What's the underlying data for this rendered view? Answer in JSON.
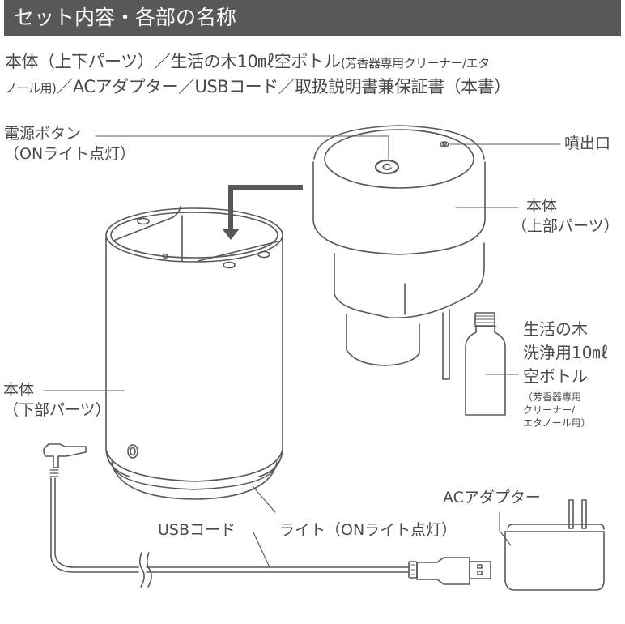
{
  "header": {
    "title": "セット内容・各部の名称",
    "background": "#595757"
  },
  "contents": {
    "line1_main": "本体（上下パーツ）／生活の木10㎖空ボトル",
    "line1_small": "(芳香器専用クリーナー/エタ",
    "line2_small": "ノール用)",
    "line2_main": "／ACアダプター／USBコード／取扱説明書兼保証書（本書）"
  },
  "labels": {
    "power_button": {
      "line1": "電源ボタン",
      "line2": "（ONライト点灯）"
    },
    "outlet": "噴出口",
    "upper_body": {
      "line1": "本体",
      "line2": "（上部パーツ）"
    },
    "bottle": {
      "line1": "生活の木",
      "line2": "洗浄用10㎖",
      "line3": "空ボトル",
      "note1": "（芳香器専用",
      "note2": "クリーナー/",
      "note3": "エタノール用）"
    },
    "lower_body": {
      "line1": "本体",
      "line2": "（下部パーツ）"
    },
    "ac_adapter": "ACアダプター",
    "usb_cord": "USBコード",
    "light": "ライト（ONライト点灯）"
  },
  "colors": {
    "line": "#5a5858",
    "arrow": "#595757",
    "text": "#4a4848"
  }
}
